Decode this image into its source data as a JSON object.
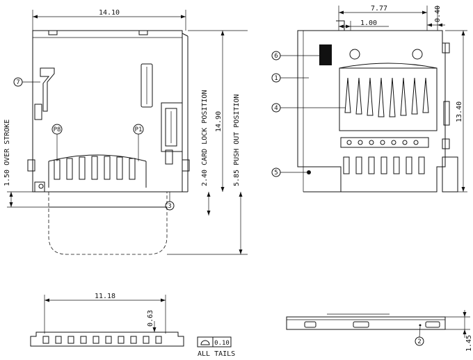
{
  "front_view": {
    "dim_width": "14.10",
    "dim_over_stroke": "1.50 OVER STROKE",
    "dim_card_lock": "2.40 CARD LOCK POSITION",
    "dim_height": "14.90",
    "dim_push_out": "5.85 PUSH OUT POSITION",
    "pin_p8": "P8",
    "pin_p1": "P1",
    "callout_7": "7",
    "callout_3": "3"
  },
  "rear_view": {
    "dim_7_77": "7.77",
    "dim_1_00": "1.00",
    "dim_0_40": "0.40",
    "dim_13_40": "13.40",
    "callout_6": "6",
    "callout_1": "1",
    "callout_4": "4",
    "callout_5": "5"
  },
  "bottom_left_view": {
    "dim_11_18": "11.18",
    "dim_0_63": "0.63",
    "coplanarity_value": "0.10",
    "all_tails": "ALL TAILS"
  },
  "bottom_right_view": {
    "dim_1_45": "1.45",
    "callout_2": "2"
  }
}
